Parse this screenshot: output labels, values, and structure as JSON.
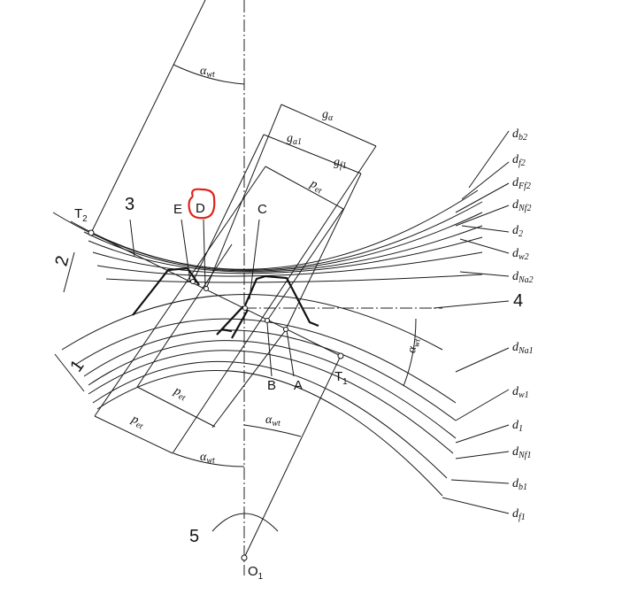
{
  "points": {
    "T2": {
      "main": "T",
      "sub": "2"
    },
    "T1": {
      "main": "T",
      "sub": "1"
    },
    "O1": {
      "main": "O",
      "sub": "1"
    },
    "A": "A",
    "B": "B",
    "C": "C",
    "D": "D",
    "E": "E"
  },
  "numbers": {
    "n1": "1",
    "n2": "2",
    "n3": "3",
    "n4": "4",
    "n5": "5"
  },
  "dims": {
    "alpha_wt": {
      "main": "α",
      "sub": "wt"
    },
    "g_alpha": {
      "main": "g",
      "sub": "α"
    },
    "g_a1": {
      "main": "g",
      "sub": "a1"
    },
    "g_f1": {
      "main": "g",
      "sub": "f1"
    },
    "p_et": {
      "main": "p",
      "sub": "et"
    }
  },
  "circles": [
    {
      "main": "d",
      "sub": "b2"
    },
    {
      "main": "d",
      "sub": "f2"
    },
    {
      "main": "d",
      "sub": "Ff2"
    },
    {
      "main": "d",
      "sub": "Nf2"
    },
    {
      "main": "d",
      "sub": "2"
    },
    {
      "main": "d",
      "sub": "w2"
    },
    {
      "main": "d",
      "sub": "Na2"
    },
    {
      "main": "d",
      "sub": "Na1"
    },
    {
      "main": "d",
      "sub": "w1"
    },
    {
      "main": "d",
      "sub": "1"
    },
    {
      "main": "d",
      "sub": "Nf1"
    },
    {
      "main": "d",
      "sub": "b1"
    },
    {
      "main": "d",
      "sub": "f1"
    }
  ],
  "colors": {
    "line": "#1a1a1a",
    "highlight": "#e0231b",
    "background": "#ffffff"
  }
}
